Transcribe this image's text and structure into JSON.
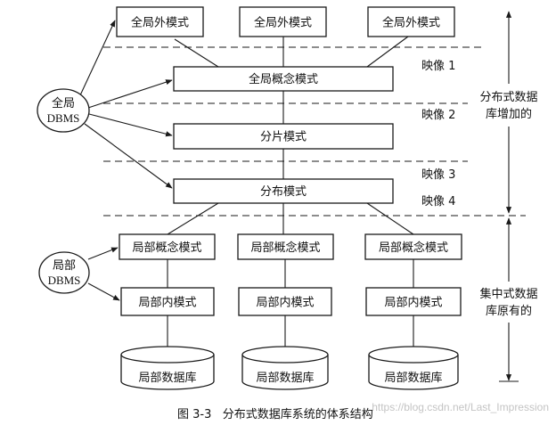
{
  "global_external_schemas": [
    "全局外模式",
    "全局外模式",
    "全局外模式"
  ],
  "global_conceptual_schema": "全局概念模式",
  "fragmentation_schema": "分片模式",
  "allocation_schema": "分布模式",
  "local_conceptual_schemas": [
    "局部概念模式",
    "局部概念模式",
    "局部概念模式"
  ],
  "local_internal_schemas": [
    "局部内模式",
    "局部内模式",
    "局部内模式"
  ],
  "local_databases": [
    "局部数据库",
    "局部数据库",
    "局部数据库"
  ],
  "global_dbms": [
    "全局",
    "DBMS"
  ],
  "local_dbms": [
    "局部",
    "DBMS"
  ],
  "mappings": [
    "映像 1",
    "映像 2",
    "映像 3",
    "映像 4"
  ],
  "bracket_top_label": [
    "分布式数据",
    "库增加的"
  ],
  "bracket_bottom_label": [
    "集中式数据",
    "库原有的"
  ],
  "caption": "图 3-3   分布式数据库系统的体系结构",
  "watermark": "https://blog.csdn.net/Last_Impression"
}
